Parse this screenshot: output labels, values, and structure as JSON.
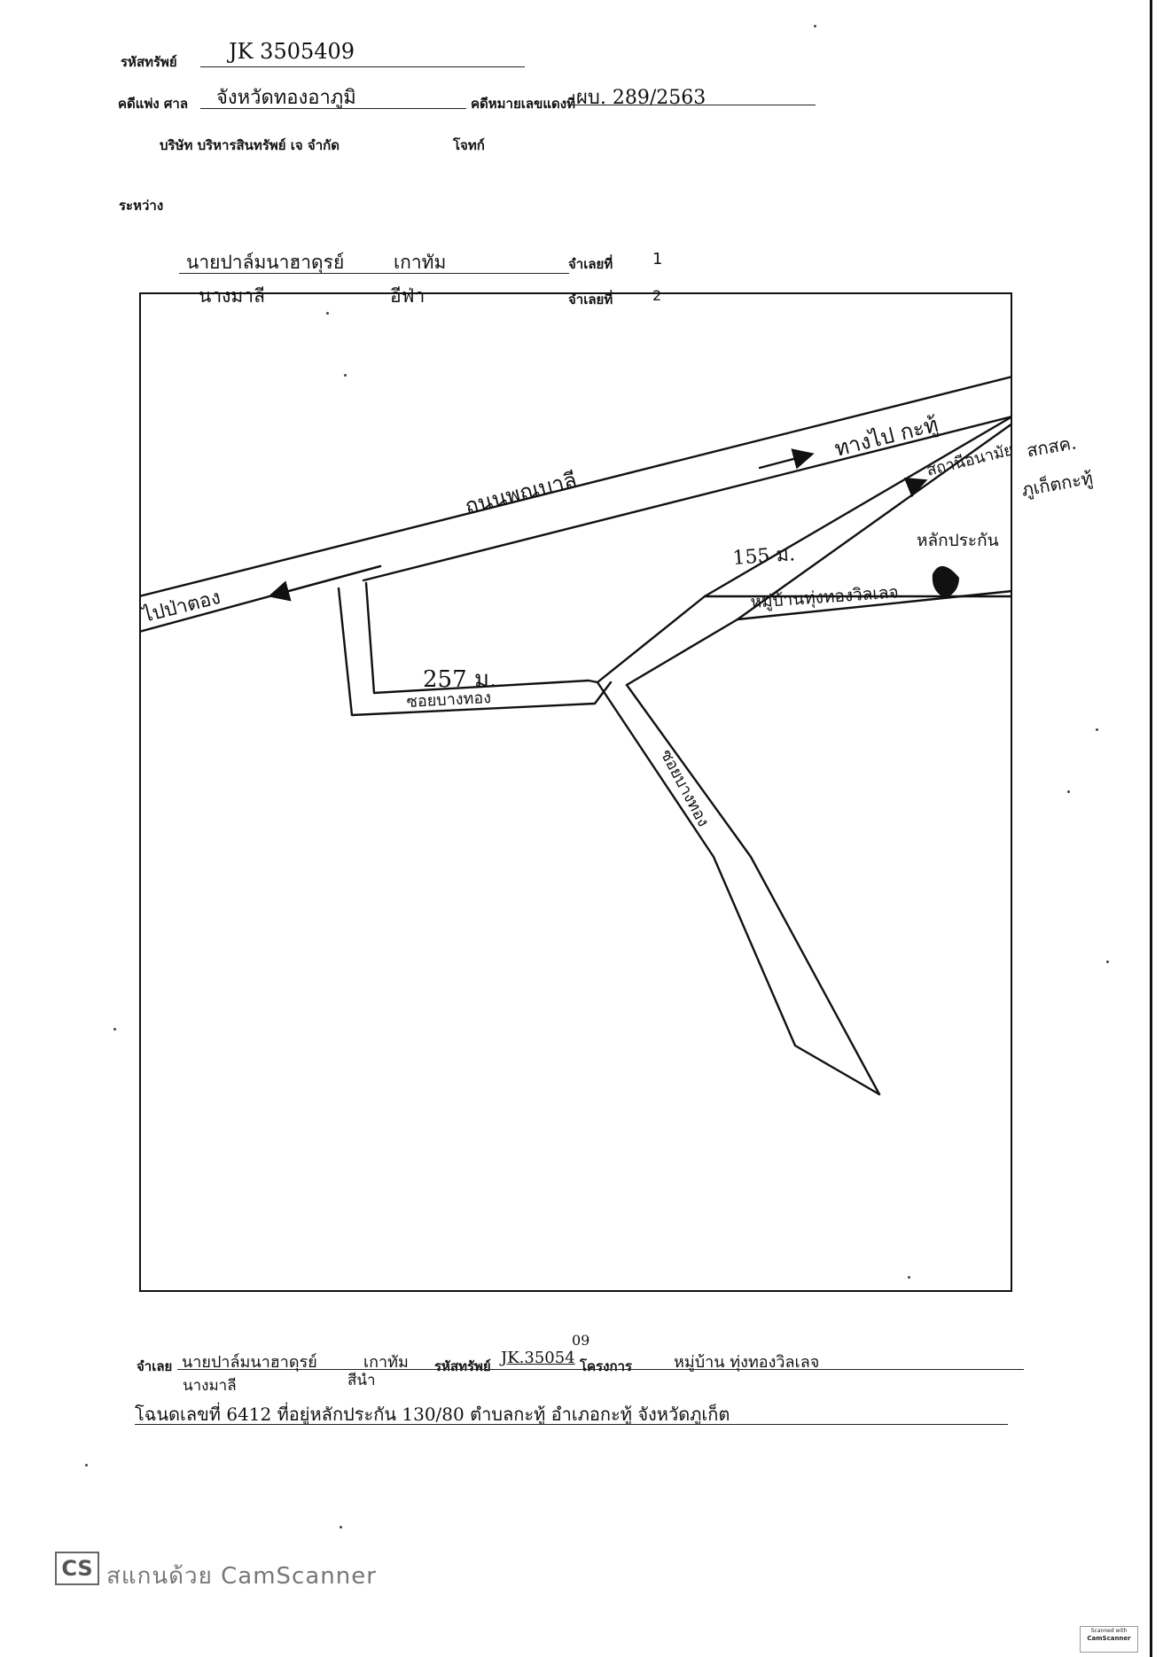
{
  "header": {
    "asset_code_label": "รหัสทรัพย์",
    "asset_code_value": "JK 3505409",
    "court_label": "คดีแพ่ง ศาล",
    "court_value": "จังหวัดทองอาภูมิ",
    "case_no_label": "คดีหมายเลขแดงที่",
    "case_no_value": "ผบ. 289/2563",
    "plaintiff_company": "บริษัท บริหารสินทรัพย์ เจ จำกัด",
    "plaintiff_role": "โจทก์",
    "between_label": "ระหว่าง",
    "defendant1_name": "นายปาล์มนาฮาดุรย์",
    "defendant1_surname": "เกาทัม",
    "defendant1_label": "จำเลยที่",
    "defendant1_no": "1",
    "defendant2_name": "นางมาลี",
    "defendant2_surname": "อีฟ่า",
    "defendant2_label": "จำเลยที่",
    "defendant2_no": "2"
  },
  "map": {
    "main_road_label": "ถนนพณบาลี",
    "to_west_label": "ไปป่าตอง",
    "to_east_label": "ทางไป กะทู้",
    "soi_label_1": "ซอยบางทอง",
    "soi_label_2": "ซอยบางทอง",
    "distance_1": "257 ม.",
    "distance_2": "155 ม.",
    "village_label": "หมู่บ้านทุ่งทองวิลเลจ",
    "collateral_label": "หลักประกัน",
    "station_label": "สถานีอนามัย",
    "office_label_1": "สกสค.",
    "office_label_2": "ภูเก็ตกะทู้"
  },
  "footer": {
    "defendant_label": "จำเลย",
    "defendant_name": "นายปาล์มนาฮาดุรย์",
    "defendant_surname": "เกาทัม",
    "defendant2_name": "นางมาลี",
    "defendant2_surname": "สีนำ",
    "asset_code_label": "รหัสทรัพย์",
    "asset_code_value": "JK.35054",
    "asset_code_suffix": "09",
    "project_label": "โครงการ",
    "project_value": "หมู่บ้าน ทุ่งทองวิลเลจ",
    "deed_line": "โฉนดเลขที่ 6412 ที่อยู่หลักประกัน 130/80 ตำบลกะทู้ อำเภอกะทู้ จังหวัดภูเก็ต"
  },
  "scanner": {
    "logo_text": "CS",
    "watermark": "สแกนด้วย CamScanner",
    "badge_line1": "Scanned with",
    "badge_line2": "CamScanner"
  }
}
